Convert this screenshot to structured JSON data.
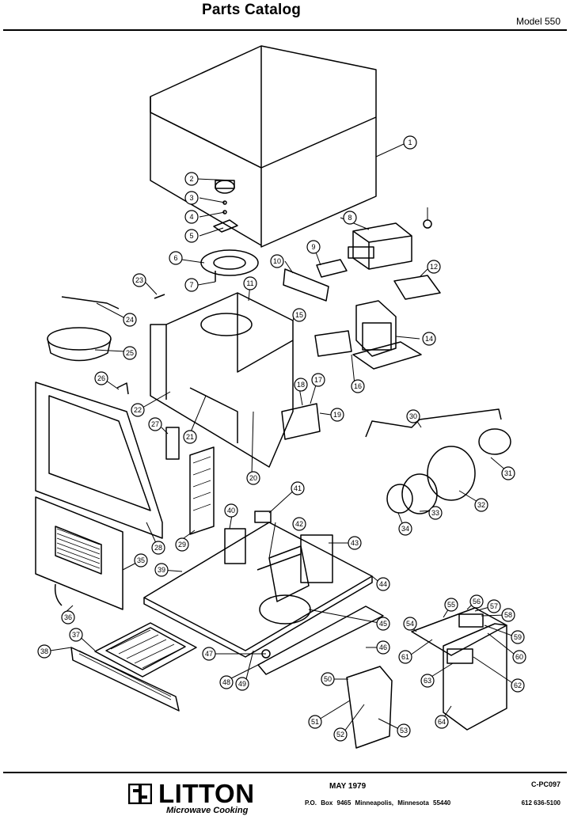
{
  "header": {
    "title": "Parts Catalog",
    "model": "Model 550"
  },
  "footer": {
    "brand": "LITTON",
    "brand_sub": "Microwave Cooking",
    "date": "MAY 1979",
    "address": "P.O. Box 9465   Minneapolis, Minnesota 55440",
    "code": "C-PC097",
    "phone": "612  636-5100"
  },
  "callouts": [
    "1",
    "2",
    "3",
    "4",
    "5",
    "6",
    "7",
    "8",
    "9",
    "10",
    "11",
    "12",
    "14",
    "15",
    "16",
    "17",
    "18",
    "19",
    "20",
    "21",
    "22",
    "23",
    "24",
    "25",
    "26",
    "27",
    "28",
    "29",
    "30",
    "31",
    "32",
    "33",
    "34",
    "35",
    "36",
    "37",
    "38",
    "39",
    "40",
    "41",
    "42",
    "43",
    "44",
    "45",
    "46",
    "47",
    "48",
    "49",
    "50",
    "51",
    "52",
    "53",
    "54",
    "55",
    "56",
    "57",
    "58",
    "59",
    "60",
    "61",
    "62",
    "63",
    "64"
  ]
}
